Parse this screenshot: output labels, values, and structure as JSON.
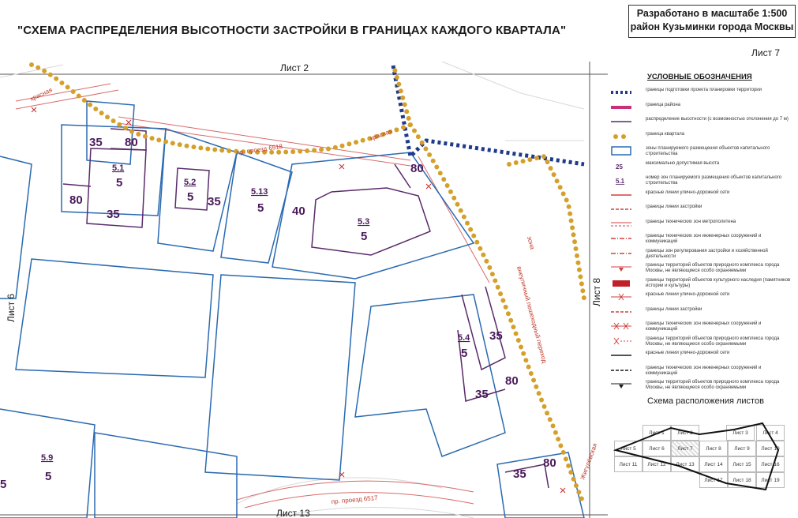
{
  "title": "\"СХЕМА РАСПРЕДЕЛЕНИЯ ВЫСОТНОСТИ ЗАСТРОЙКИ В ГРАНИЦАХ КАЖДОГО КВАРТАЛА\"",
  "scale_info": {
    "line1": "Разработано в масштабе 1:500",
    "line2": "район Кузьминки города Москвы"
  },
  "sheet_number": "Лист 7",
  "sheet_labels": {
    "top": "Лист 2",
    "left": "Лист 6",
    "right": "Лист 8",
    "bottom": "Лист 13"
  },
  "map": {
    "streets": {
      "proezd_6518": "пр. проезд 6518",
      "proezd_6517": "пр. проезд 6517",
      "krasnaya_1": "красная",
      "krasnaya_2": "красная",
      "pedestrian": "внеуличный пешеходный переход",
      "zhiguli": "Жигулёвская",
      "zona_label": "зона"
    },
    "blocks": [
      {
        "id": "5.1",
        "height": "5"
      },
      {
        "id": "5.2",
        "height": "5"
      },
      {
        "id": "5.13",
        "height": "5"
      },
      {
        "id": "5.3",
        "height": "5"
      },
      {
        "id": "5.4",
        "height": "5"
      },
      {
        "id": "5.9",
        "height": "5"
      }
    ],
    "heights": [
      "35",
      "80",
      "80",
      "35",
      "35",
      "40",
      "80",
      "35",
      "35",
      "80",
      "35",
      "80",
      "5"
    ]
  },
  "legend": {
    "title": "УСЛОВНЫЕ ОБОЗНАЧЕНИЯ",
    "items": [
      {
        "text": "границы подготовки проекта планировки территории",
        "color": "#1f3a8a",
        "style": "dotted"
      },
      {
        "text": "граница района",
        "color": "#c8307a",
        "style": "thick"
      },
      {
        "text": "распределение высотности (с возможностью отклонения до 7 м)",
        "color": "#5a2a6a",
        "style": "line"
      },
      {
        "text": "граница квартала",
        "color": "#d4a02a",
        "style": "dots"
      },
      {
        "text": "зоны планируемого размещения объектов капитального строительства",
        "color": "#2a6ab0",
        "style": "rect"
      },
      {
        "text": "максимально допустимая высота",
        "color": "#5a2a6a",
        "style": "num25"
      },
      {
        "text": "номер зон планируемого размещения объектов капитального строительства",
        "color": "#5a2a6a",
        "style": "num51"
      },
      {
        "text": "красные линии улично-дорожной сети",
        "color": "#d04040",
        "style": "line"
      },
      {
        "text": "границы линии застройки",
        "color": "#d04040",
        "style": "dash"
      },
      {
        "text": "границы технических зон метрополитена",
        "color": "#d04040",
        "style": "double"
      },
      {
        "text": "границы технических зон инженерных сооружений и коммуникаций",
        "color": "#d04040",
        "style": "dashdot"
      },
      {
        "text": "границы зон регулирования застройки и хозяйственной деятельности",
        "color": "#d04040",
        "style": "dashdot"
      },
      {
        "text": "границы территорий объектов природного комплекса города Москвы, не являющиеся особо охраняемыми",
        "color": "#d04040",
        "style": "tri"
      },
      {
        "text": "границы территорий объектов культурного наследия (памятников истории и культуры)",
        "color": "#c0202a",
        "style": "block"
      },
      {
        "text": "красные линии улично-дорожной сети",
        "color": "#d04040",
        "style": "cross"
      },
      {
        "text": "границы линии застройки",
        "color": "#d04040",
        "style": "dash"
      },
      {
        "text": "границы технических зон инженерных сооружений и коммуникаций",
        "color": "#d04040",
        "style": "xx"
      },
      {
        "text": "границы территорий объектов природного комплекса города Москвы, не являющиеся особо охраняемыми",
        "color": "#d04040",
        "style": "x"
      },
      {
        "text": "красные линии улично-дорожной сети",
        "color": "#1a1a1a",
        "style": "line"
      },
      {
        "text": "границы технических зон инженерных сооружений и коммуникаций",
        "color": "#1a1a1a",
        "style": "dash"
      },
      {
        "text": "границы территорий объектов природного комплекса города Москвы, не являющиеся особо охраняемыми",
        "color": "#1a1a1a",
        "style": "tri"
      }
    ]
  },
  "minimap": {
    "title": "Схема расположения листов",
    "cells": [
      "Лист 1",
      "Лист 2",
      "Лист 3",
      "Лист 4",
      "Лист 5",
      "Лист 6",
      "Лист 7",
      "Лист 8",
      "Лист 9",
      "Лист 10",
      "Лист 11",
      "Лист 12",
      "Лист 13",
      "Лист 14",
      "Лист 15",
      "Лист 16",
      "Лист 17",
      "Лист 18",
      "Лист 19"
    ]
  }
}
